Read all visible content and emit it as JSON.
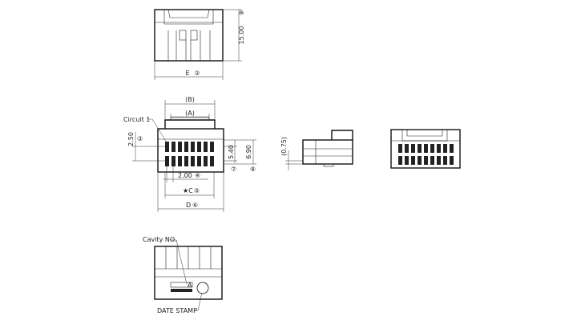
{
  "views": {
    "top": {
      "height_dim": "15.00",
      "height_ref": "⑨",
      "width_dim": "E",
      "width_ref": "②"
    },
    "front": {
      "dim_b": "(B)",
      "dim_a": "(A)",
      "circuit_label": "Circuit 1",
      "pitch_vert": "2.50",
      "pitch_vert_ref": "③",
      "dim_540": "5.40",
      "dim_540_ref": "⑦",
      "dim_690": "6.90",
      "dim_690_ref": "⑧",
      "pitch_horiz": "2.00",
      "pitch_horiz_ref": "④",
      "dim_c": "★C",
      "dim_c_ref": "⑤",
      "dim_d": "D",
      "dim_d_ref": "⑥"
    },
    "side": {
      "dim_075": "(0.75)"
    },
    "bottom": {
      "cavity_label": "Cavity NO.",
      "date_label": "DATE STAMP",
      "letter": "A"
    }
  }
}
